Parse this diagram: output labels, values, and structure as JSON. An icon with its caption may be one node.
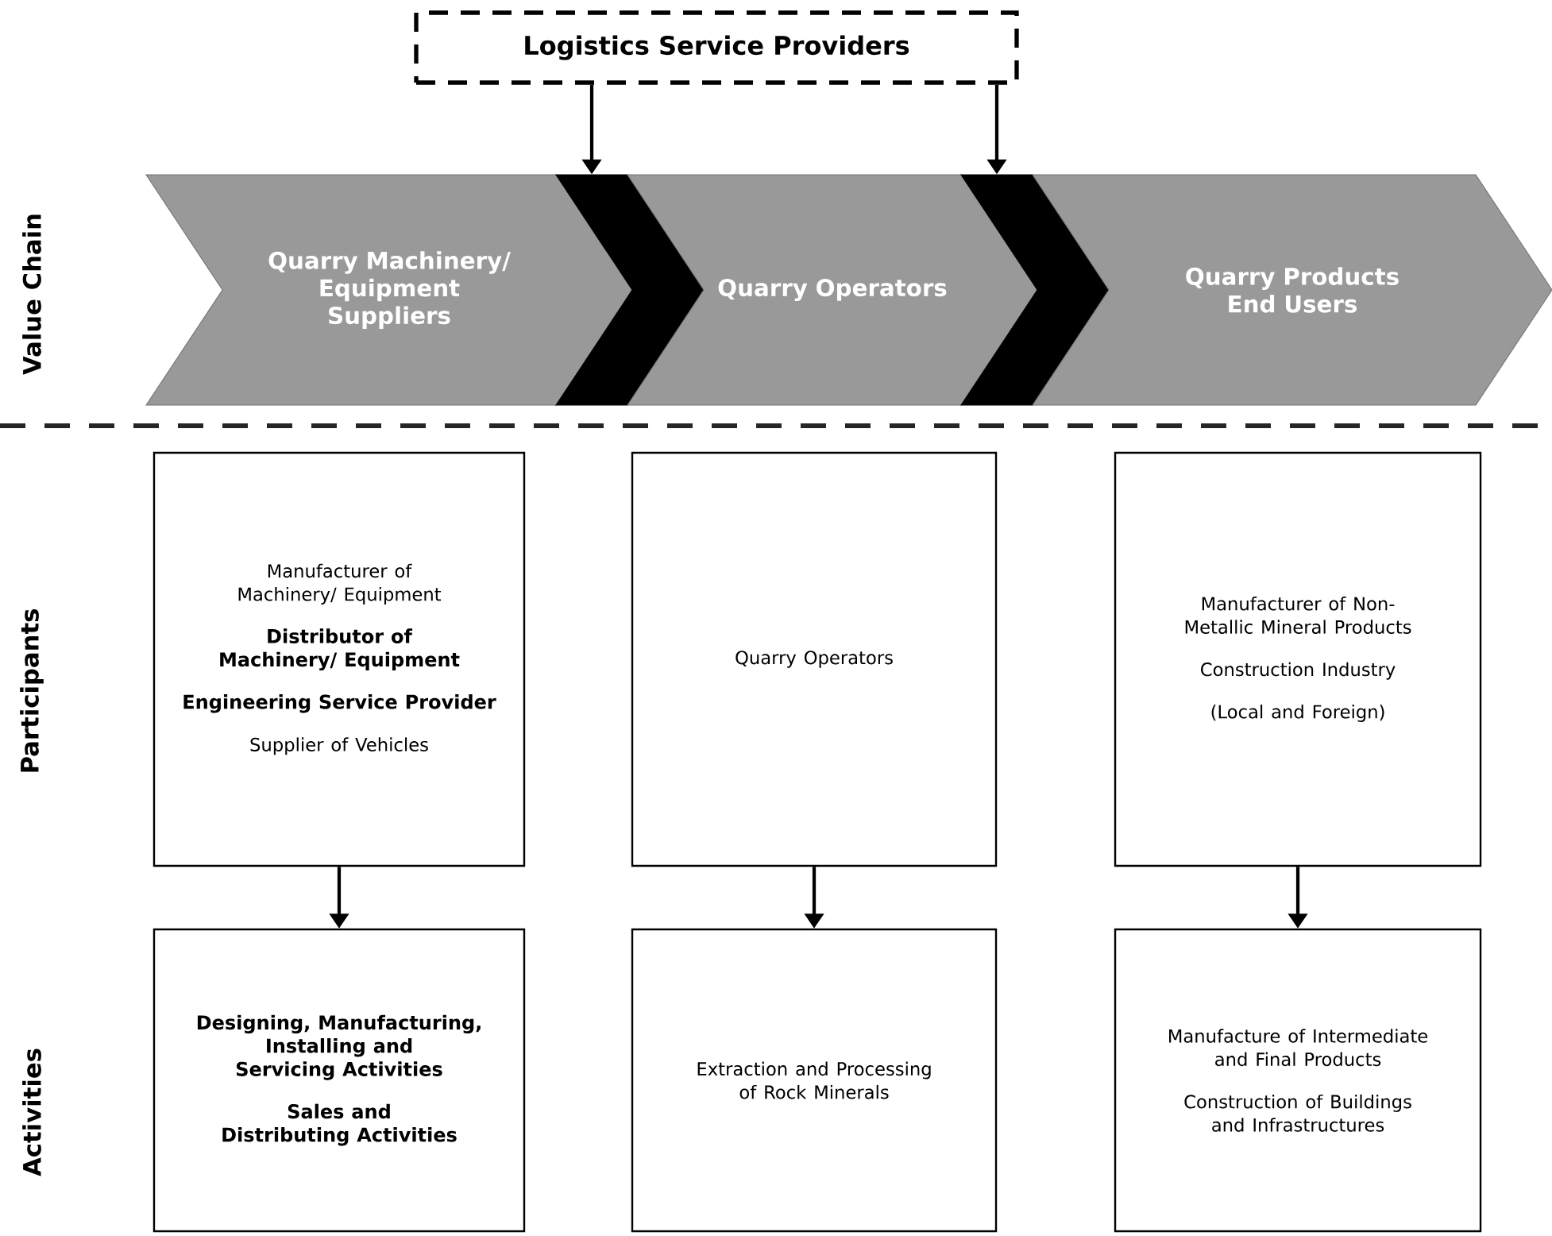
{
  "diagram": {
    "nodes": [
      {
        "text": [
          "Logistics Service Providers"
        ]
      },
      {
        "text": [
          "Quarry Machinery/ Equipment Suppliers"
        ]
      },
      {
        "text": [],
        "shape": "chevron"
      },
      {
        "text": [
          "Quarry Operators"
        ]
      },
      {
        "text": [],
        "shape": "chevron"
      },
      {
        "text": [
          "Quarry Products End Users"
        ]
      },
      {
        "text": [
          "Manufacturer of Machinery/ Equipment",
          "Distributor of Machinery/ Equipment",
          "Engineering Service Provider",
          "Supplier of Vehicles"
        ]
      },
      {
        "text": [
          "Quarry Operators"
        ]
      },
      {
        "text": [
          "Manufacturer of Non-Metallic Mineral Products",
          "Construction Industry",
          "(Local and Foreign)"
        ]
      },
      {
        "text": [
          "Designing, Manufacturing, Installing and Servicing Activities",
          "Sales and Distributing Activities"
        ]
      },
      {
        "text": [
          "Extraction and Processing of Rock Minerals"
        ]
      },
      {
        "text": [
          "Manufacture of Intermediate and Final Products",
          "Construction of Buildings and Infrastructures"
        ]
      }
    ],
    "edges": [
      {
        "from": 0,
        "to": 2,
        "arrow": "to"
      },
      {
        "from": 0,
        "to": 4,
        "arrow": "to"
      },
      {
        "from": 6,
        "to": 9,
        "arrow": "to"
      },
      {
        "from": 7,
        "to": 10,
        "arrow": "to"
      },
      {
        "from": 8,
        "to": 11,
        "arrow": "to"
      }
    ],
    "labels": [
      "Value Chain",
      "Participants",
      "Activities"
    ]
  }
}
